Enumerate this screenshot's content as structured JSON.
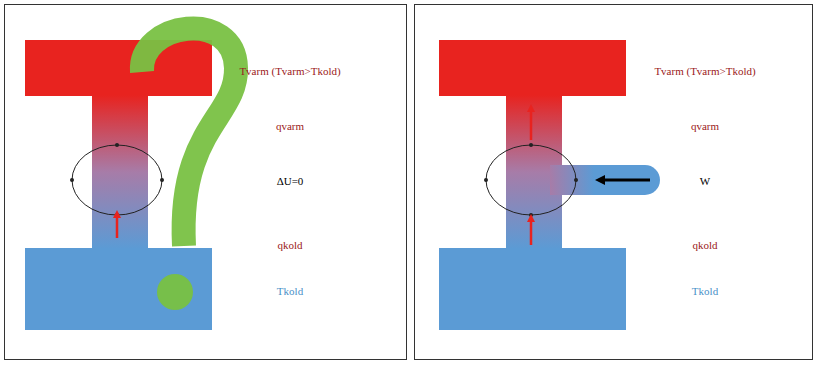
{
  "diagram": {
    "labels": [
      "Tvarm (Tvarm>Tkold)",
      "qvarm",
      "ΔU=0",
      "qkold",
      "Tkold",
      "Tvarm (Tvarm>Tkold)",
      "qvarm",
      "W",
      "qkold",
      "Tkold"
    ]
  }
}
